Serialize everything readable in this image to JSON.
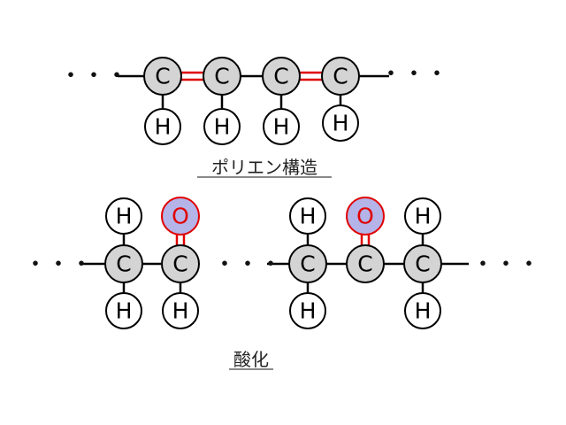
{
  "captions": {
    "polyene": "ポリエン構造",
    "oxidation": "酸化"
  },
  "atoms": {
    "carbon": "C",
    "hydrogen": "H",
    "oxygen": "O"
  },
  "continuation": "・・・",
  "colors": {
    "carbon_fill": "#d4d4d4",
    "hydrogen_fill": "#ffffff",
    "oxygen_fill": "#b4b4e8",
    "oxygen_stroke": "#e00000",
    "oxygen_text": "#e00000",
    "double_bond": "#e00000",
    "bond": "#000000"
  }
}
